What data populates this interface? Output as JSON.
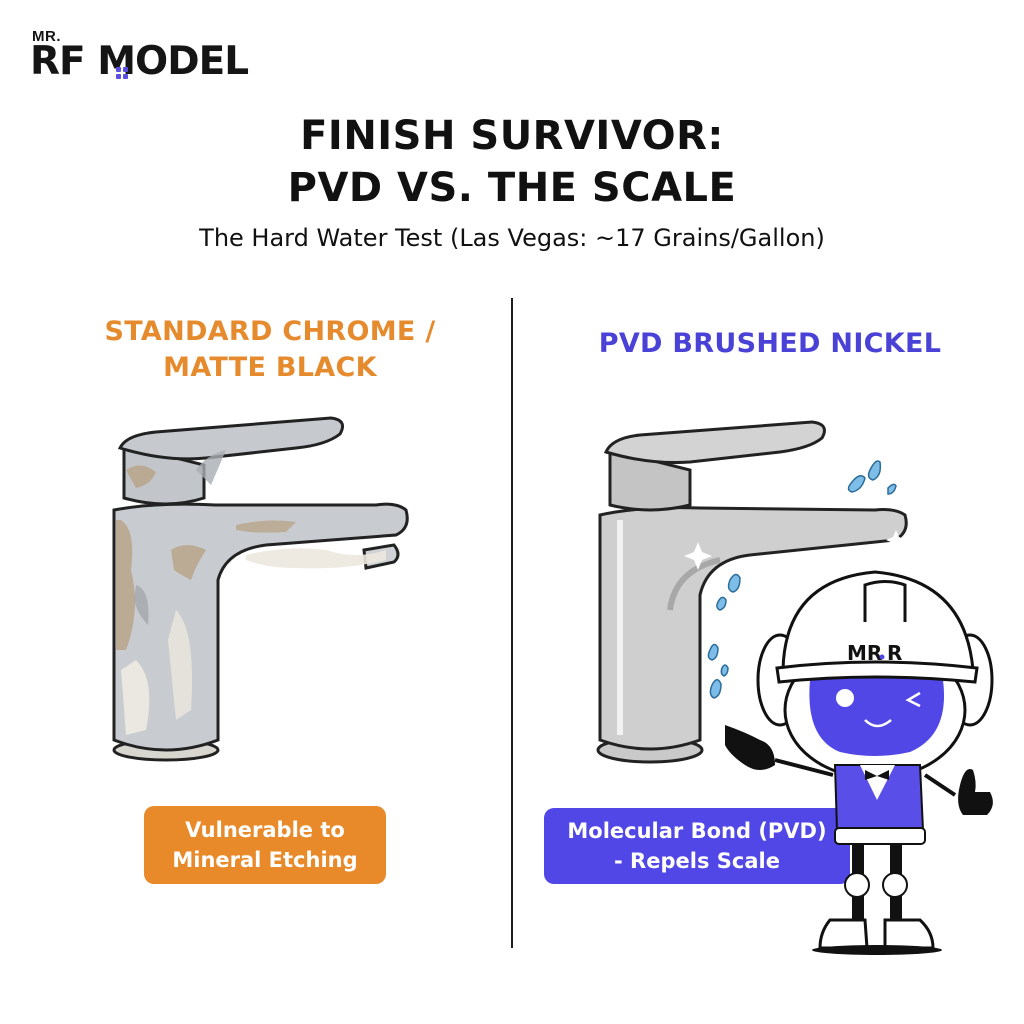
{
  "logo": {
    "prefix": "MR.",
    "wordmark": "REMODEL",
    "accent_color": "#5a4fe0"
  },
  "header": {
    "title_line1": "FINISH SURVIVOR:",
    "title_line2": "PVD VS. THE SCALE",
    "subtitle": "The Hard Water Test (Las Vegas: ~17 Grains/Gallon)"
  },
  "comparison": {
    "left": {
      "title_line1": "STANDARD CHROME /",
      "title_line2": "MATTE BLACK",
      "title_color": "#e68a2e",
      "badge_line1": "Vulnerable to",
      "badge_line2": "Mineral Etching",
      "badge_color": "#e98a2a",
      "illustration": "corroded-faucet"
    },
    "right": {
      "title": "PVD BRUSHED NICKEL",
      "title_color": "#4a42d6",
      "badge_line1": "Molecular Bond (PVD)",
      "badge_line2": "- Repels Scale",
      "badge_color": "#5146e6",
      "illustration": "clean-faucet"
    }
  },
  "mascot": {
    "helmet_text": "MR.R",
    "face_color": "#5146e6"
  }
}
